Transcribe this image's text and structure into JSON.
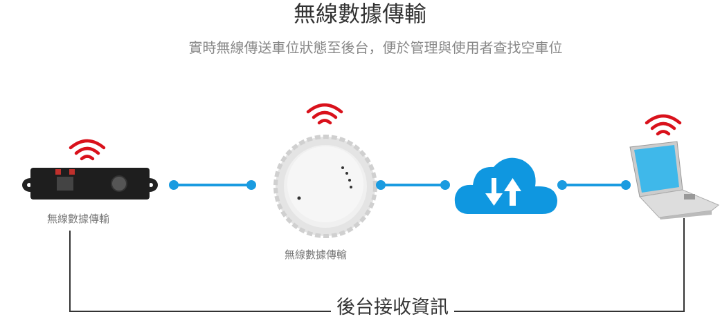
{
  "header": {
    "title": "無線數據傳輸",
    "subtitle": "實時無線傳送車位狀態至後台，便於管理與使用者查找空車位"
  },
  "nodes": [
    {
      "label": "無線數據傳輸",
      "icon": "parking-sensor-device"
    },
    {
      "label": "無線數據傳輸",
      "icon": "gateway-device"
    },
    {
      "icon": "cloud-upload-download-icon"
    },
    {
      "icon": "laptop-icon"
    }
  ],
  "footer": {
    "label": "後台接收資訊"
  },
  "colors": {
    "wifi": "#d9111b",
    "link": "#1a9be0",
    "cloud": "#0f97e0"
  }
}
